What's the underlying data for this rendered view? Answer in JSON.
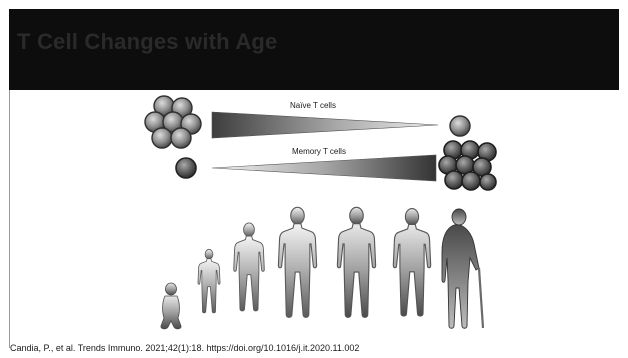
{
  "slide": {
    "title": "T Cell Changes with Age",
    "citation": "Candia, P., et al. Trends Immuno. 2021;42(1):18. https://doi.org/10.1016/j.it.2020.11.002"
  },
  "figure": {
    "naive_label": "Naïve T cells",
    "memory_label": "Memory T cells"
  },
  "colors": {
    "title_bar": "#0d0d0d",
    "title_text": "#2a2a2a",
    "cell_fill": "#8a8a8a",
    "figure_dark": "#3a3a3a"
  }
}
